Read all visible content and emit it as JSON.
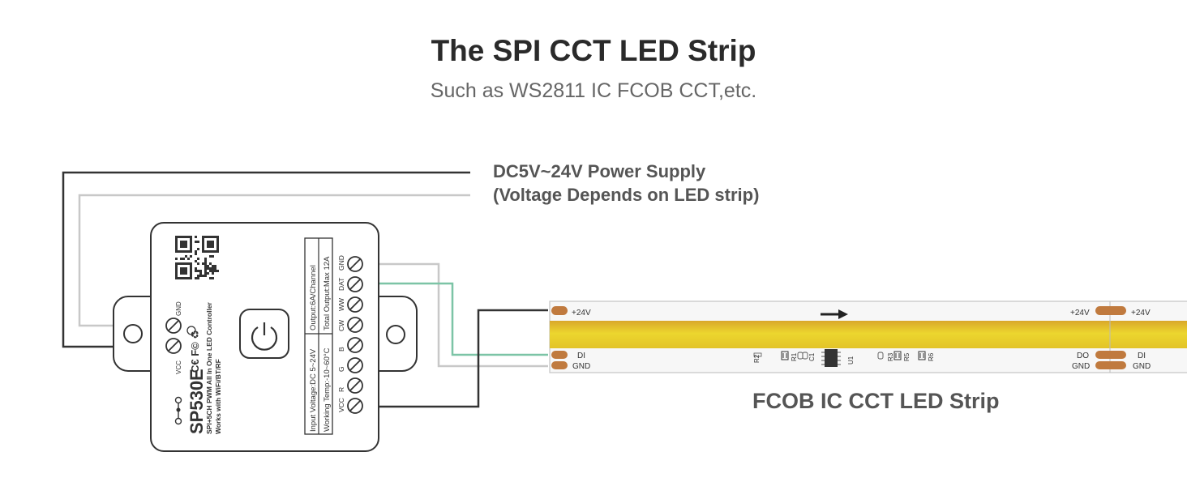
{
  "title": "The SPI CCT LED Strip",
  "subtitle": "Such as WS2811 IC FCOB CCT,etc.",
  "power_supply": {
    "line1": "DC5V~24V Power Supply",
    "line2": "(Voltage Depends on LED strip)"
  },
  "controller": {
    "model": "SP530E",
    "desc1": "SPI+5CH PWM All In One LED Controller",
    "desc2": "Works with WiFi/BT/RF",
    "spec_input": "Input Voltage:DC 5~24V",
    "spec_temp": "Working Temp:-10~60°C",
    "spec_output": "Output:6A/Channel",
    "spec_total": "Total Output:Max 12A",
    "terminals": [
      "GND",
      "DAT",
      "WW",
      "CW",
      "B",
      "G",
      "R",
      "VCC"
    ],
    "dc_vcc": "VCC",
    "dc_gnd": "GND"
  },
  "strip": {
    "name": "FCOB IC CCT LED Strip",
    "pad_24v": "+24V",
    "pad_di": "DI",
    "pad_do": "DO",
    "pad_gnd": "GND",
    "components": [
      "R2",
      "R1",
      "C1",
      "U1",
      "R3",
      "R5",
      "R6"
    ]
  },
  "colors": {
    "wire_power_pos": "#333333",
    "wire_power_neg": "#c8c8c8",
    "wire_data": "#7cc4a6",
    "pad_copper": "#c07a3e",
    "led_yellow": "#ecd62e",
    "controller_stroke": "#333333"
  }
}
